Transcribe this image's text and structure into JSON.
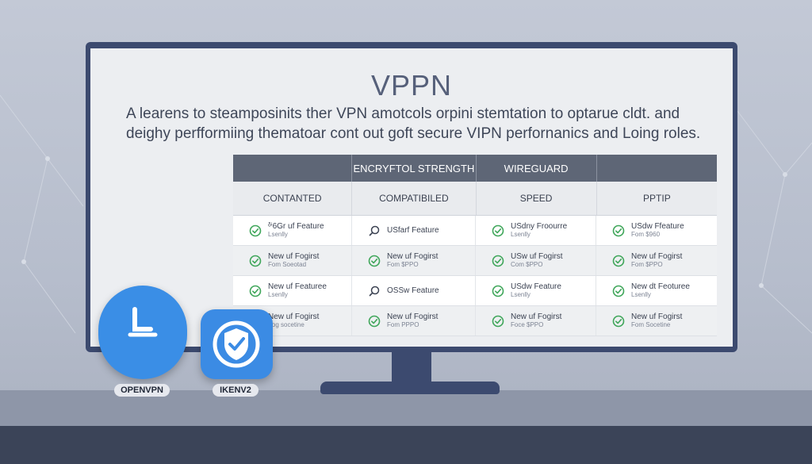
{
  "screen": {
    "title": "VPPN",
    "description": "A learens to steamposinits ther VPN amotcols orpini stemtation to optarue cldt. and deighy perfformiing thematoar cont out goft secure VIPN perfornanics and Loing roles."
  },
  "table": {
    "header": [
      "",
      "ENCRYFTOL STRENGTH",
      "WIREGUARD",
      ""
    ],
    "subheader": [
      "CONTANTED",
      "COMPATIBILED",
      "SPEED",
      "PPTIP"
    ],
    "rows": [
      [
        {
          "icon": "check-circle-icon",
          "main": "ᵟⁱ6Gr uf Feature",
          "sub": "Lsenlly"
        },
        {
          "icon": "search-icon",
          "main": "USfarf Feature",
          "sub": ""
        },
        {
          "icon": "check-circle-icon",
          "main": "USdny Froourre",
          "sub": "Lsenlly"
        },
        {
          "icon": "check-circle-icon",
          "main": "USdw Ffeature",
          "sub": "Fom $960"
        }
      ],
      [
        {
          "icon": "check-circle-icon",
          "main": "New uf Fogirst",
          "sub": "Fom Soeotad"
        },
        {
          "icon": "check-circle-icon",
          "main": "New uf Fogirst",
          "sub": "Fom $PPO"
        },
        {
          "icon": "check-circle-icon",
          "main": "USw uf Fogirst",
          "sub": "Com $PPO"
        },
        {
          "icon": "check-circle-icon",
          "main": "New uf Fogirst",
          "sub": "Fom $PPO"
        }
      ],
      [
        {
          "icon": "check-circle-icon",
          "main": "New uf Featuree",
          "sub": "Lsenlly"
        },
        {
          "icon": "search-icon",
          "main": "OSSw Feature",
          "sub": ""
        },
        {
          "icon": "check-circle-icon",
          "main": "USdw Feature",
          "sub": "Lsenlly"
        },
        {
          "icon": "check-circle-icon",
          "main": "New dt Feoturee",
          "sub": "Lsenlly"
        }
      ],
      [
        {
          "icon": "check-circle-icon",
          "main": "New uf Fogirst",
          "sub": "Fog socetine"
        },
        {
          "icon": "check-circle-icon",
          "main": "New uf Fogirst",
          "sub": "Fom PPPO"
        },
        {
          "icon": "check-circle-icon",
          "main": "New uf Fogirst",
          "sub": "Foce $PPO"
        },
        {
          "icon": "check-circle-icon",
          "main": "New uf Fogirst",
          "sub": "Fom Socetine"
        }
      ]
    ]
  },
  "logos": {
    "openvpn_label": "OPENVPN",
    "ikev2_label": "IKENV2"
  },
  "colors": {
    "monitor": "#3c4a6f",
    "screen": "#eceef1",
    "table_header": "#5e6676",
    "check_green": "#3fa65a",
    "logo_blue": "#3a8ee6"
  }
}
